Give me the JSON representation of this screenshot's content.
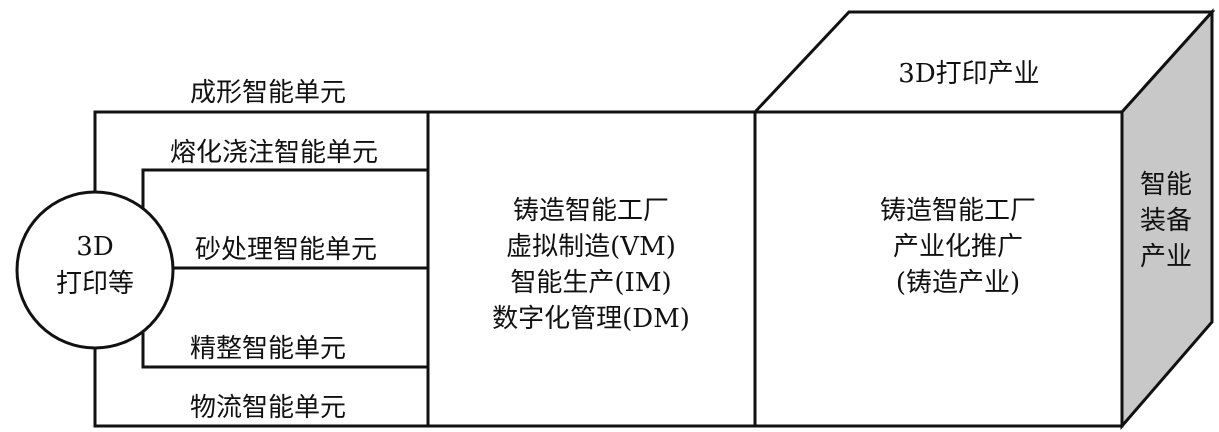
{
  "circle": {
    "line1": "3D",
    "line2": "打印等"
  },
  "units": [
    "成形智能单元",
    "熔化浇注智能单元",
    "砂处理智能单元",
    "精整智能单元",
    "物流智能单元"
  ],
  "factory": {
    "lines": [
      "铸造智能工厂",
      "虚拟制造(VM)",
      "智能生产(IM)",
      "数字化管理(DM)"
    ]
  },
  "cube": {
    "top": "3D打印产业",
    "front": [
      "铸造智能工厂",
      "产业化推广",
      "(铸造产业)"
    ],
    "side": [
      "智能",
      "装备",
      "产业"
    ]
  },
  "colors": {
    "side_fill": "#c8c8c8",
    "line": "#111111"
  }
}
